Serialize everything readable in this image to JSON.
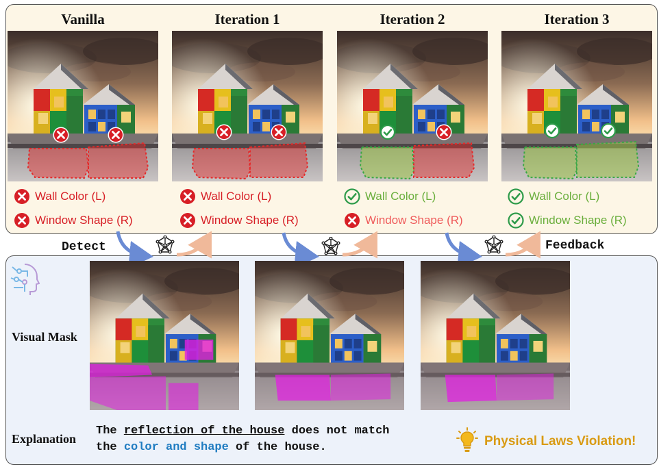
{
  "columns": [
    {
      "title": "Vanilla",
      "wall": {
        "label": "Wall Color (L)",
        "ok": false
      },
      "window": {
        "label": "Window Shape (R)",
        "ok": false
      }
    },
    {
      "title": "Iteration 1",
      "wall": {
        "label": "Wall Color (L)",
        "ok": false
      },
      "window": {
        "label": "Window Shape (R)",
        "ok": false
      }
    },
    {
      "title": "Iteration 2",
      "wall": {
        "label": "Wall Color (L)",
        "ok": true
      },
      "window": {
        "label": "Window Shape (R)",
        "ok": false
      }
    },
    {
      "title": "Iteration 3",
      "wall": {
        "label": "Wall Color (L)",
        "ok": true
      },
      "window": {
        "label": "Window Shape (R)",
        "ok": true
      }
    }
  ],
  "flow": {
    "detect": "Detect",
    "feedback": "Feedback"
  },
  "bottom": {
    "visual_mask_label": "Visual Mask",
    "explanation_label": "Explanation",
    "explanation": {
      "line1_a": "The ",
      "line1_u": "reflection of the house",
      "line1_b": " does not match",
      "line2_a": "the ",
      "line2_blue": "color and shape",
      "line2_b": " of the house."
    },
    "violation": "Physical Laws Violation!"
  },
  "colors": {
    "error_red": "#d71f26",
    "ok_green": "#6aae3c",
    "mask_magenta": "#e020e0",
    "explanation_blue": "#1f7cc1",
    "violation_gold": "#d99b14",
    "top_panel_bg": "#fdf6e6",
    "bottom_panel_bg": "#edf2fa"
  },
  "icons": [
    "x-circle-icon",
    "check-circle-icon",
    "network-icon",
    "ai-head-icon",
    "lightbulb-icon"
  ]
}
